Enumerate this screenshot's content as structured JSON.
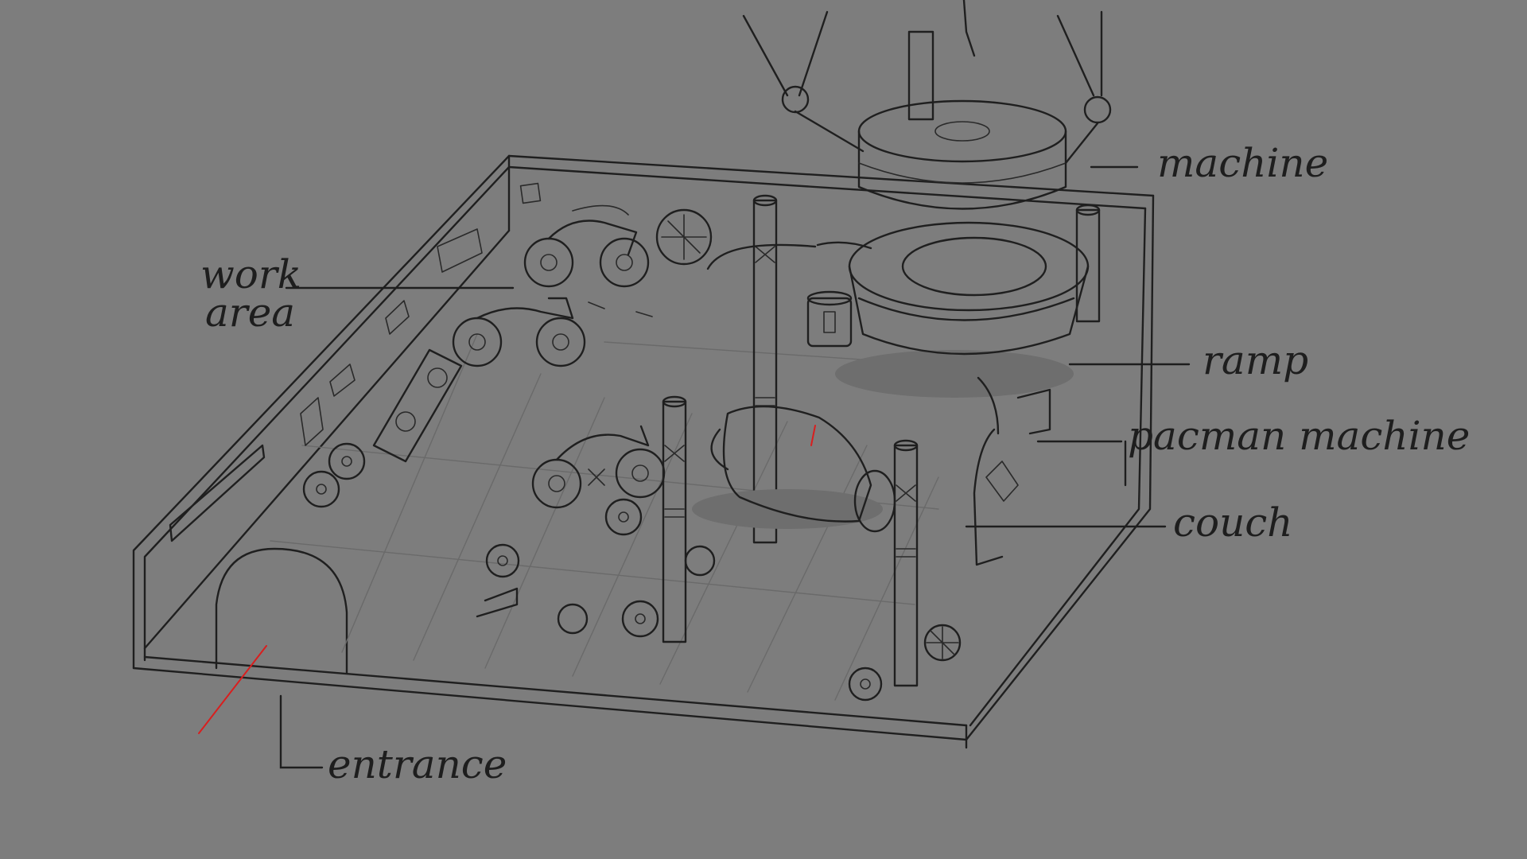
{
  "labels": {
    "machine": "machine",
    "work_area_line1": "work",
    "work_area_line2": "area",
    "ramp": "ramp",
    "pacman_machine": "pacman machine",
    "couch": "couch",
    "entrance": "entrance"
  },
  "colors": {
    "background": "#7d7d7d",
    "ink": "#1f1f1f",
    "accent_red": "#d91e1e"
  }
}
